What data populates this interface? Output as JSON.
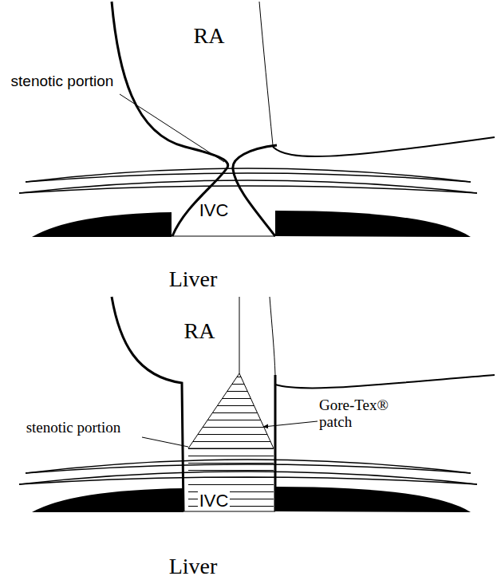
{
  "diagram": {
    "labels": [
      "RA",
      "stenotic portion",
      "IVC",
      "Liver",
      "RA",
      "stenotic portion",
      "IVC",
      "Gore-Tex® patch",
      "Liver"
    ]
  }
}
